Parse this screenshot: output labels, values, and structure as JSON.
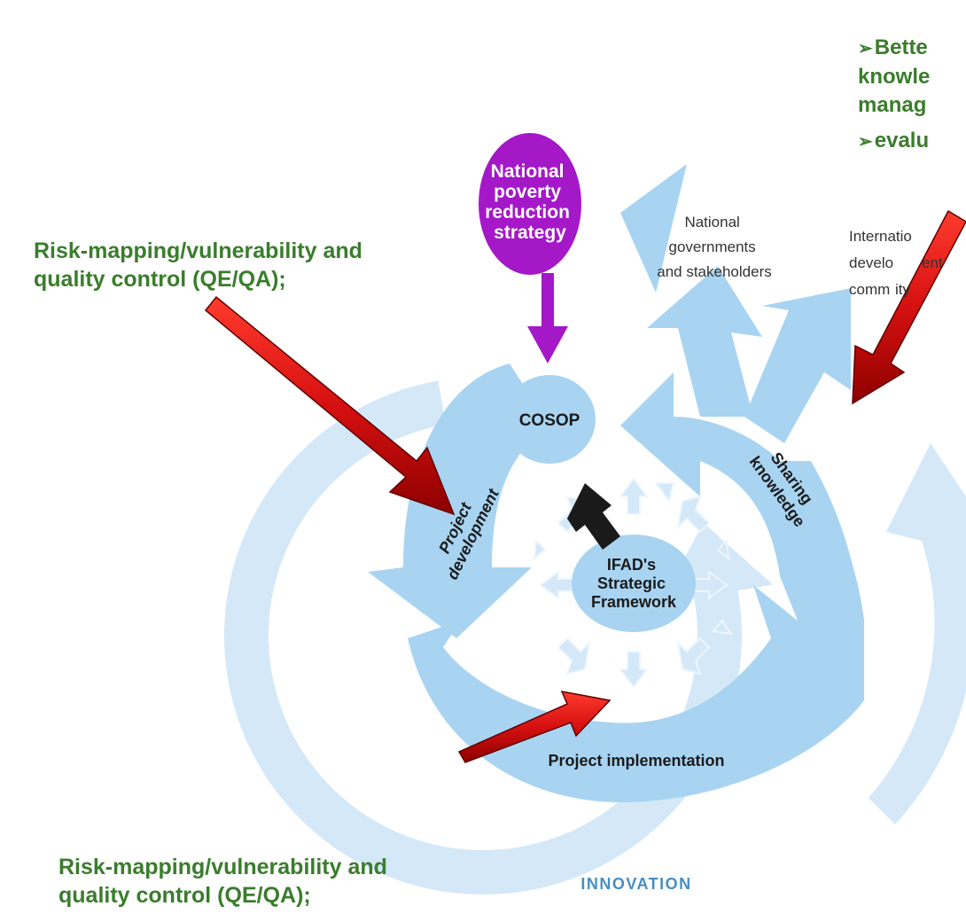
{
  "diagram": {
    "npr_oval": [
      "National",
      "poverty",
      "reduction",
      "strategy"
    ],
    "national_governments": [
      "National",
      "governments",
      "and stakeholders"
    ],
    "international_community": [
      "Internatio",
      "develo",
      "ent",
      "comm",
      "ity"
    ],
    "cosop": "COSOP",
    "project_development": [
      "Project",
      "development"
    ],
    "sharing_knowledge": [
      "Sharing",
      "knowledge"
    ],
    "ifad_framework": [
      "IFAD's",
      "Strategic",
      "Framework"
    ],
    "project_implementation": "Project implementation",
    "innovation": "INNOVATION"
  },
  "annotations": {
    "left_top": [
      "Risk-mapping/vulnerability and",
      "quality control (QE/QA);"
    ],
    "bottom_left": [
      "Risk-mapping/vulnerability and",
      "quality control (QE/QA);"
    ],
    "top_right_bullets": [
      {
        "marker": "➢",
        "lines": [
          "Bette",
          "knowle",
          "manag"
        ]
      },
      {
        "marker": "➢",
        "lines": [
          "evalu"
        ]
      }
    ]
  },
  "colors": {
    "light_blue": "#a8d4f2",
    "pale_blue": "#d4e8f8",
    "oval_purple": "#a418c8",
    "arrow_purple": "#a418c8",
    "red_arrow": "#d61010",
    "green_text": "#3a7d2c",
    "black_arrow": "#1a1a1a"
  }
}
